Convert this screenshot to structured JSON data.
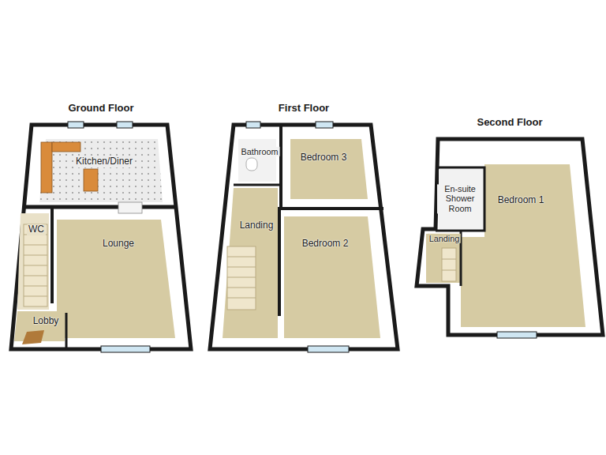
{
  "diagram": {
    "nodes": [
      {
        "text": [
          "Ground Floor"
        ]
      },
      {
        "text": [
          "Kitchen/Diner"
        ],
        "in": 0
      },
      {
        "text": [
          "WC"
        ],
        "in": 0
      },
      {
        "text": [
          "Lounge"
        ],
        "in": 0
      },
      {
        "text": [
          "Lobby"
        ],
        "in": 0
      },
      {
        "text": [
          "First Floor"
        ]
      },
      {
        "text": [
          "Bathroom"
        ],
        "in": 5
      },
      {
        "text": [
          "Bedroom 3"
        ],
        "in": 5
      },
      {
        "text": [
          "Landing"
        ],
        "in": 5
      },
      {
        "text": [
          "Bedroom 2"
        ],
        "in": 5
      },
      {
        "text": [
          "Second Floor"
        ]
      },
      {
        "text": [
          "En-suite Shower Room"
        ],
        "in": 10
      },
      {
        "text": [
          "Bedroom 1"
        ],
        "in": 10
      },
      {
        "text": [
          "Landing"
        ],
        "in": 10
      }
    ]
  }
}
